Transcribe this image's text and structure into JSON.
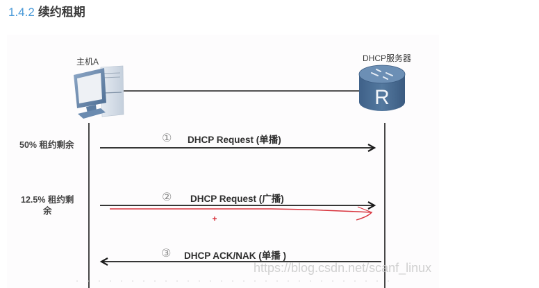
{
  "heading": {
    "number": "1.4.2",
    "title": "续约租期"
  },
  "diagram": {
    "nodes": {
      "host": {
        "label": "主机A",
        "icon": "desktop-computer-icon"
      },
      "server": {
        "label": "DHCP服务器",
        "icon": "router-icon",
        "glyph": "R"
      }
    },
    "side_labels": [
      {
        "line1": "50% 租约剩余",
        "line2": ""
      },
      {
        "line1": "12.5% 租约剩",
        "line2": "余"
      }
    ],
    "messages": [
      {
        "step": "①",
        "text": "DHCP Request (单播)",
        "direction": "host-to-server"
      },
      {
        "step": "②",
        "text": "DHCP Request (广播)",
        "direction": "host-to-server"
      },
      {
        "step": "③",
        "text": "DHCP ACK/NAK (单播 )",
        "direction": "server-to-host"
      }
    ],
    "annotation": {
      "color": "#d8323c",
      "marker": "+"
    },
    "colors": {
      "line": "#1a1a1a",
      "device_blue": "#4a6f96",
      "heading_num": "#4a9ad8"
    }
  },
  "watermark": "https://blog.csdn.net/scanf_linux"
}
